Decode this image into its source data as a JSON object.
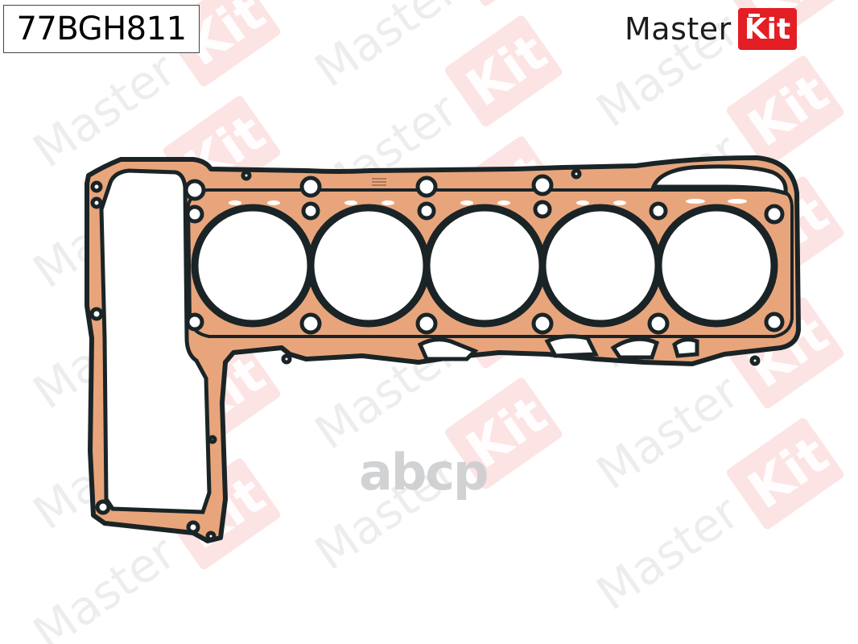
{
  "header": {
    "part_number": "77BGH811"
  },
  "brand": {
    "name_part1": "Master",
    "name_part2": "Kit",
    "accent_color": "#e31e24",
    "text_color": "#1c1c1c"
  },
  "watermark": {
    "text_part1": "Master",
    "text_part2": "Kit",
    "color": "#e31e24"
  },
  "product": {
    "type": "cylinder-head-gasket",
    "cylinders": 5,
    "colors": {
      "copper": "#e8a57c",
      "coating": "#1a2426"
    }
  },
  "overlay_logo": {
    "text": "abcp"
  }
}
